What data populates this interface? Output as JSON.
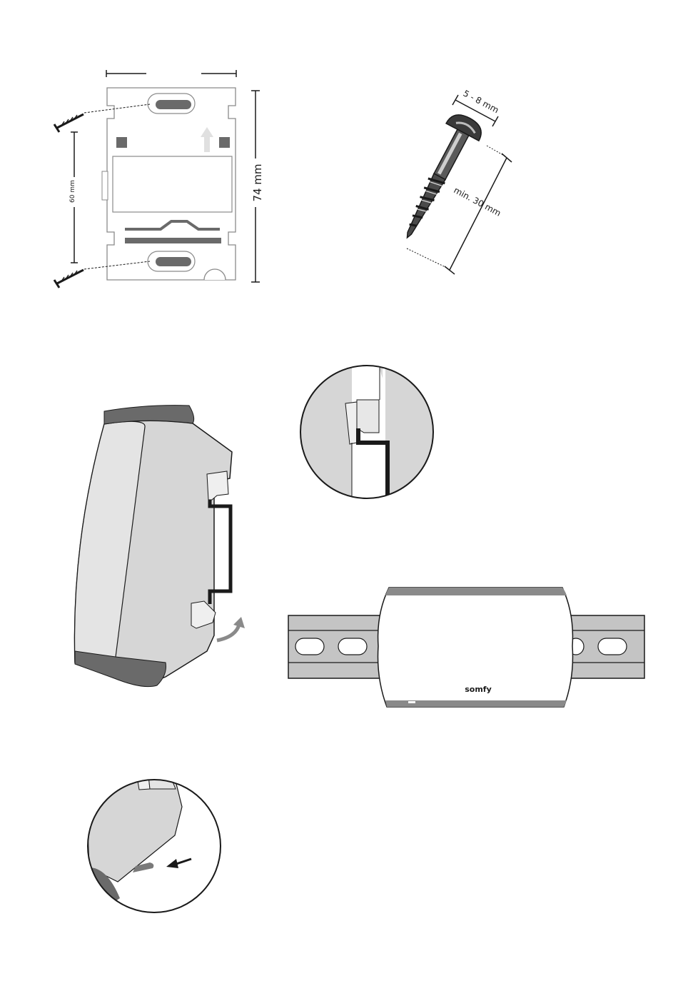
{
  "labels": {
    "height_74": "74 mm",
    "spacing_60": "60 mm",
    "screw_head": "5 - 8 mm",
    "screw_length": "min. 30 mm",
    "brand": "somfy"
  },
  "colors": {
    "line": "#1a1a1a",
    "light_grey": "#dcdcdc",
    "mid_grey": "#c8c8c8",
    "dark_grey": "#6a6a6a",
    "rail_grey": "#c4c4c4"
  }
}
